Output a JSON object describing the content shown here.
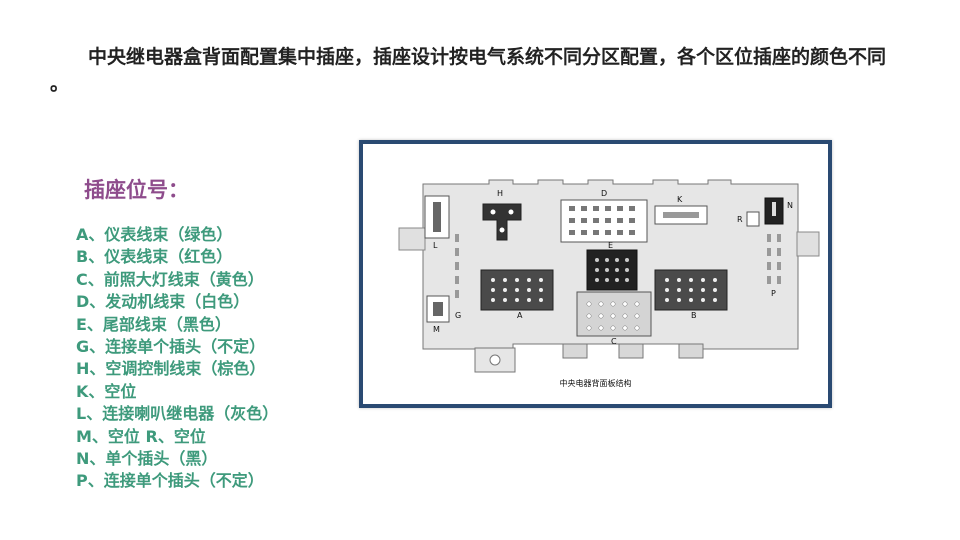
{
  "intro_text": "中央继电器盒背面配置集中插座，插座设计按电气系统不同分区配置，各个区位插座的颜色不同 。",
  "list_title": "插座位号：",
  "connectors": [
    "A、仪表线束（绿色）",
    "B、仪表线束（红色）",
    "C、前照大灯线束（黄色）",
    "D、发动机线束（白色）",
    "E、尾部线束（黑色）",
    "G、连接单个插头（不定）",
    "H、空调控制线束（棕色）",
    "K、空位",
    "L、连接喇叭继电器（灰色）",
    "M、空位    R、空位",
    "N、单个插头（黑）",
    "P、连接单个插头（不定）"
  ],
  "diagram": {
    "caption": "中央电器背面板结构",
    "labels": [
      "H",
      "D",
      "K",
      "R",
      "N",
      "L",
      "G",
      "M",
      "E",
      "A",
      "B",
      "C",
      "P"
    ]
  },
  "colors": {
    "title_purple": "#8e4c8c",
    "list_green": "#3e9a7c",
    "frame_navy": "#2a4a72"
  }
}
